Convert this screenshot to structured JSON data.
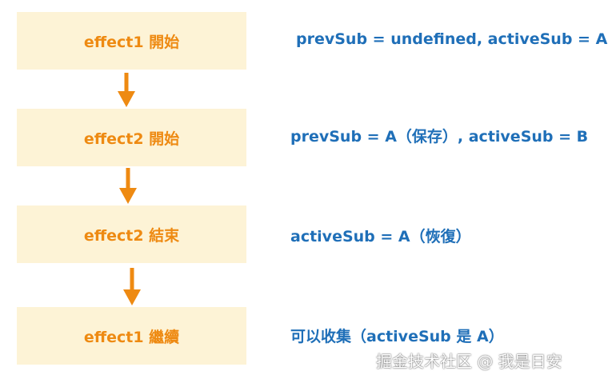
{
  "steps": [
    {
      "label": "effect1 開始"
    },
    {
      "label": "effect2 開始"
    },
    {
      "label": "effect2 結束"
    },
    {
      "label": "effect1 繼續"
    }
  ],
  "notes": [
    {
      "text": "prevSub = undefined, activeSub = A"
    },
    {
      "text": "prevSub = A（保存）, activeSub = B"
    },
    {
      "text": "activeSub = A（恢復）"
    },
    {
      "text": "可以收集（activeSub 是 A）"
    }
  ],
  "watermark": "掘金技术社区 @ 我是日安",
  "colors": {
    "box_fill": "#fdf3d6",
    "box_text": "#ee8a12",
    "arrow": "#ee8a12",
    "note_text": "#1f6fb8"
  }
}
